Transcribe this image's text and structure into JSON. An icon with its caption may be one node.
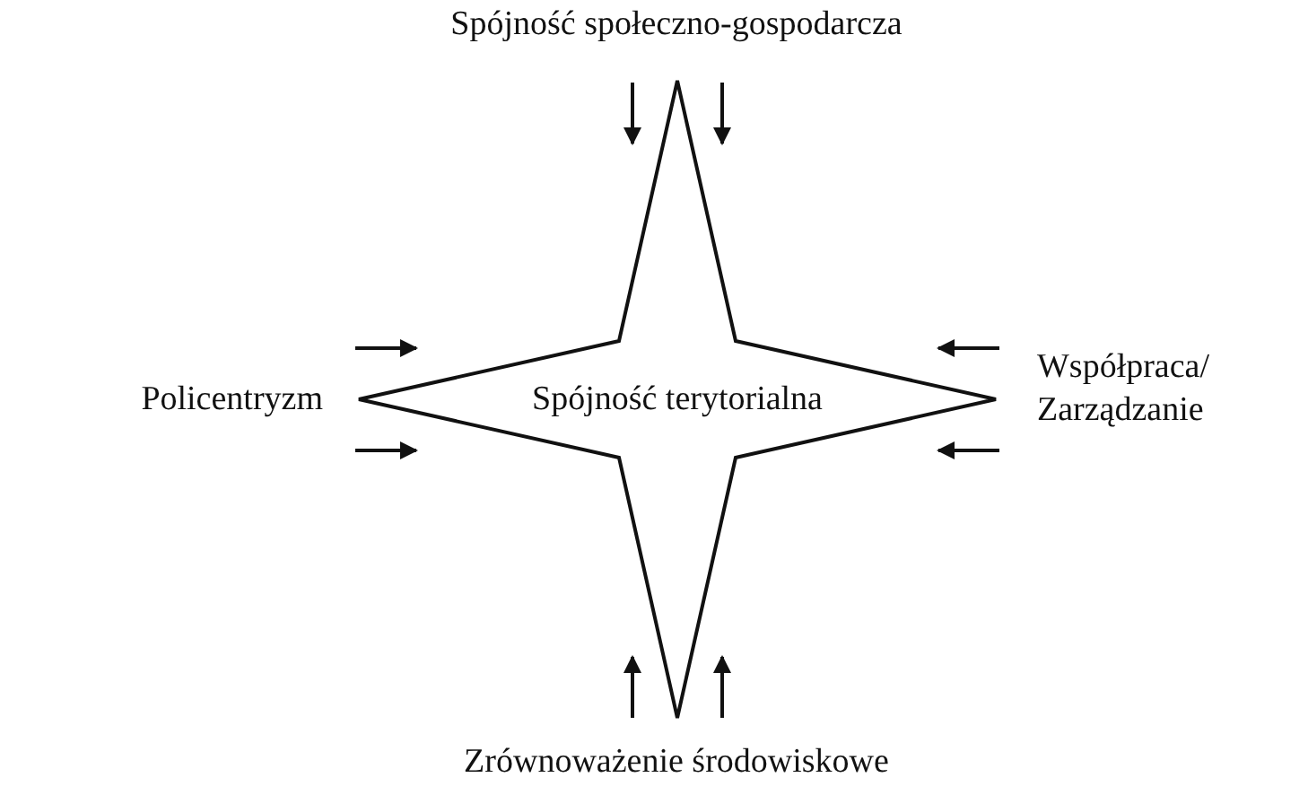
{
  "diagram": {
    "nodes": [
      {
        "text": [
          "Spójność społeczno-gospodarcza"
        ]
      },
      {
        "text": [
          "Policentryzm"
        ]
      },
      {
        "text": [
          "Spójność terytorialna"
        ]
      },
      {
        "text": [
          "Współpraca/ Zarządzanie"
        ]
      },
      {
        "text": [
          "Zrównoważenie środowiskowe"
        ]
      }
    ],
    "edges": [
      {
        "from": 0,
        "to": 2,
        "arrow": "to"
      },
      {
        "from": 0,
        "to": 2,
        "arrow": "to"
      },
      {
        "from": 1,
        "to": 2,
        "arrow": "to"
      },
      {
        "from": 1,
        "to": 2,
        "arrow": "to"
      },
      {
        "from": 3,
        "to": 2,
        "arrow": "to"
      },
      {
        "from": 3,
        "to": 2,
        "arrow": "to"
      },
      {
        "from": 4,
        "to": 2,
        "arrow": "to"
      },
      {
        "from": 4,
        "to": 2,
        "arrow": "to"
      }
    ]
  }
}
